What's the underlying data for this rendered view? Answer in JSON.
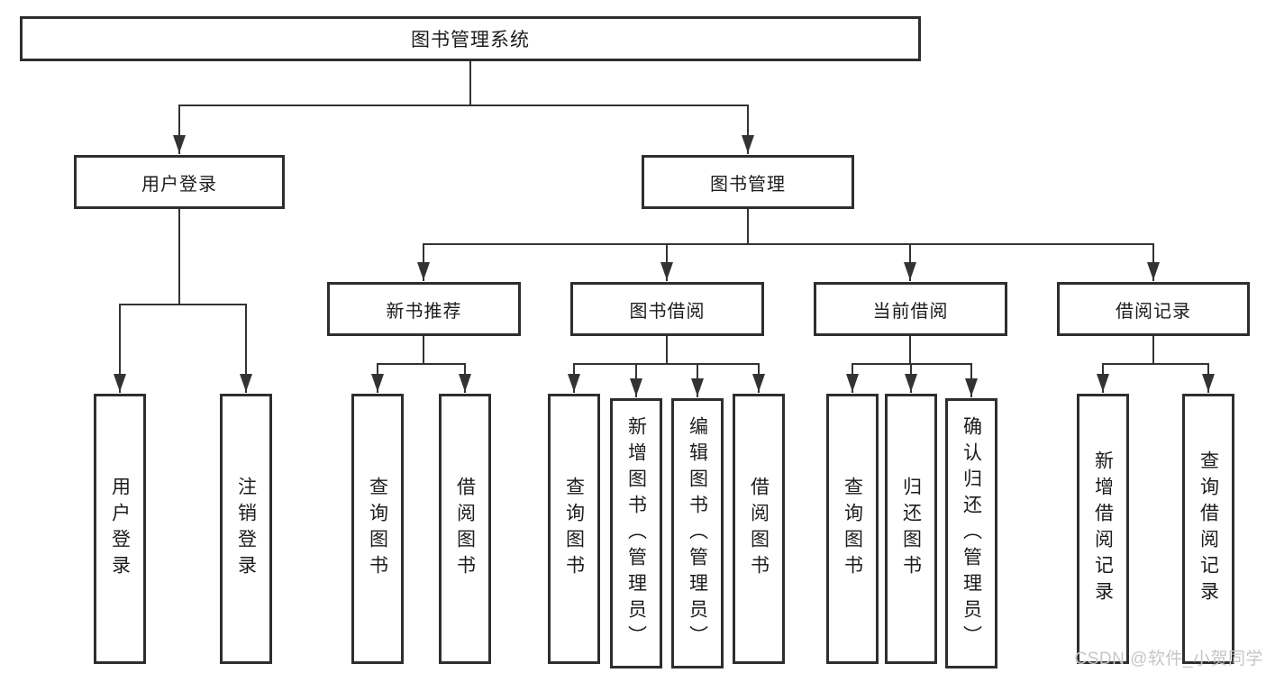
{
  "diagram": {
    "root": {
      "label": "图书管理系统"
    },
    "user_login": {
      "label": "用户登录",
      "children": [
        {
          "label": "用户登录"
        },
        {
          "label": "注销登录"
        }
      ]
    },
    "book_management": {
      "label": "图书管理",
      "sections": [
        {
          "label": "新书推荐",
          "children": [
            {
              "label": "查询图书"
            },
            {
              "label": "借阅图书"
            }
          ]
        },
        {
          "label": "图书借阅",
          "children": [
            {
              "label": "查询图书"
            },
            {
              "label": "新增图书（管理员）"
            },
            {
              "label": "编辑图书（管理员）"
            },
            {
              "label": "借阅图书"
            }
          ]
        },
        {
          "label": "当前借阅",
          "children": [
            {
              "label": "查询图书"
            },
            {
              "label": "归还图书"
            },
            {
              "label": "确认归还（管理员）"
            }
          ]
        },
        {
          "label": "借阅记录",
          "children": [
            {
              "label": "新增借阅记录"
            },
            {
              "label": "查询借阅记录"
            }
          ]
        }
      ]
    }
  },
  "watermark": {
    "text": "CSDN @软件_小贺同学"
  },
  "colors": {
    "line": "#333333",
    "border": "#2e2e2e",
    "text": "#1c1c1c",
    "watermark": "#c6c6c6",
    "background": "#ffffff"
  }
}
